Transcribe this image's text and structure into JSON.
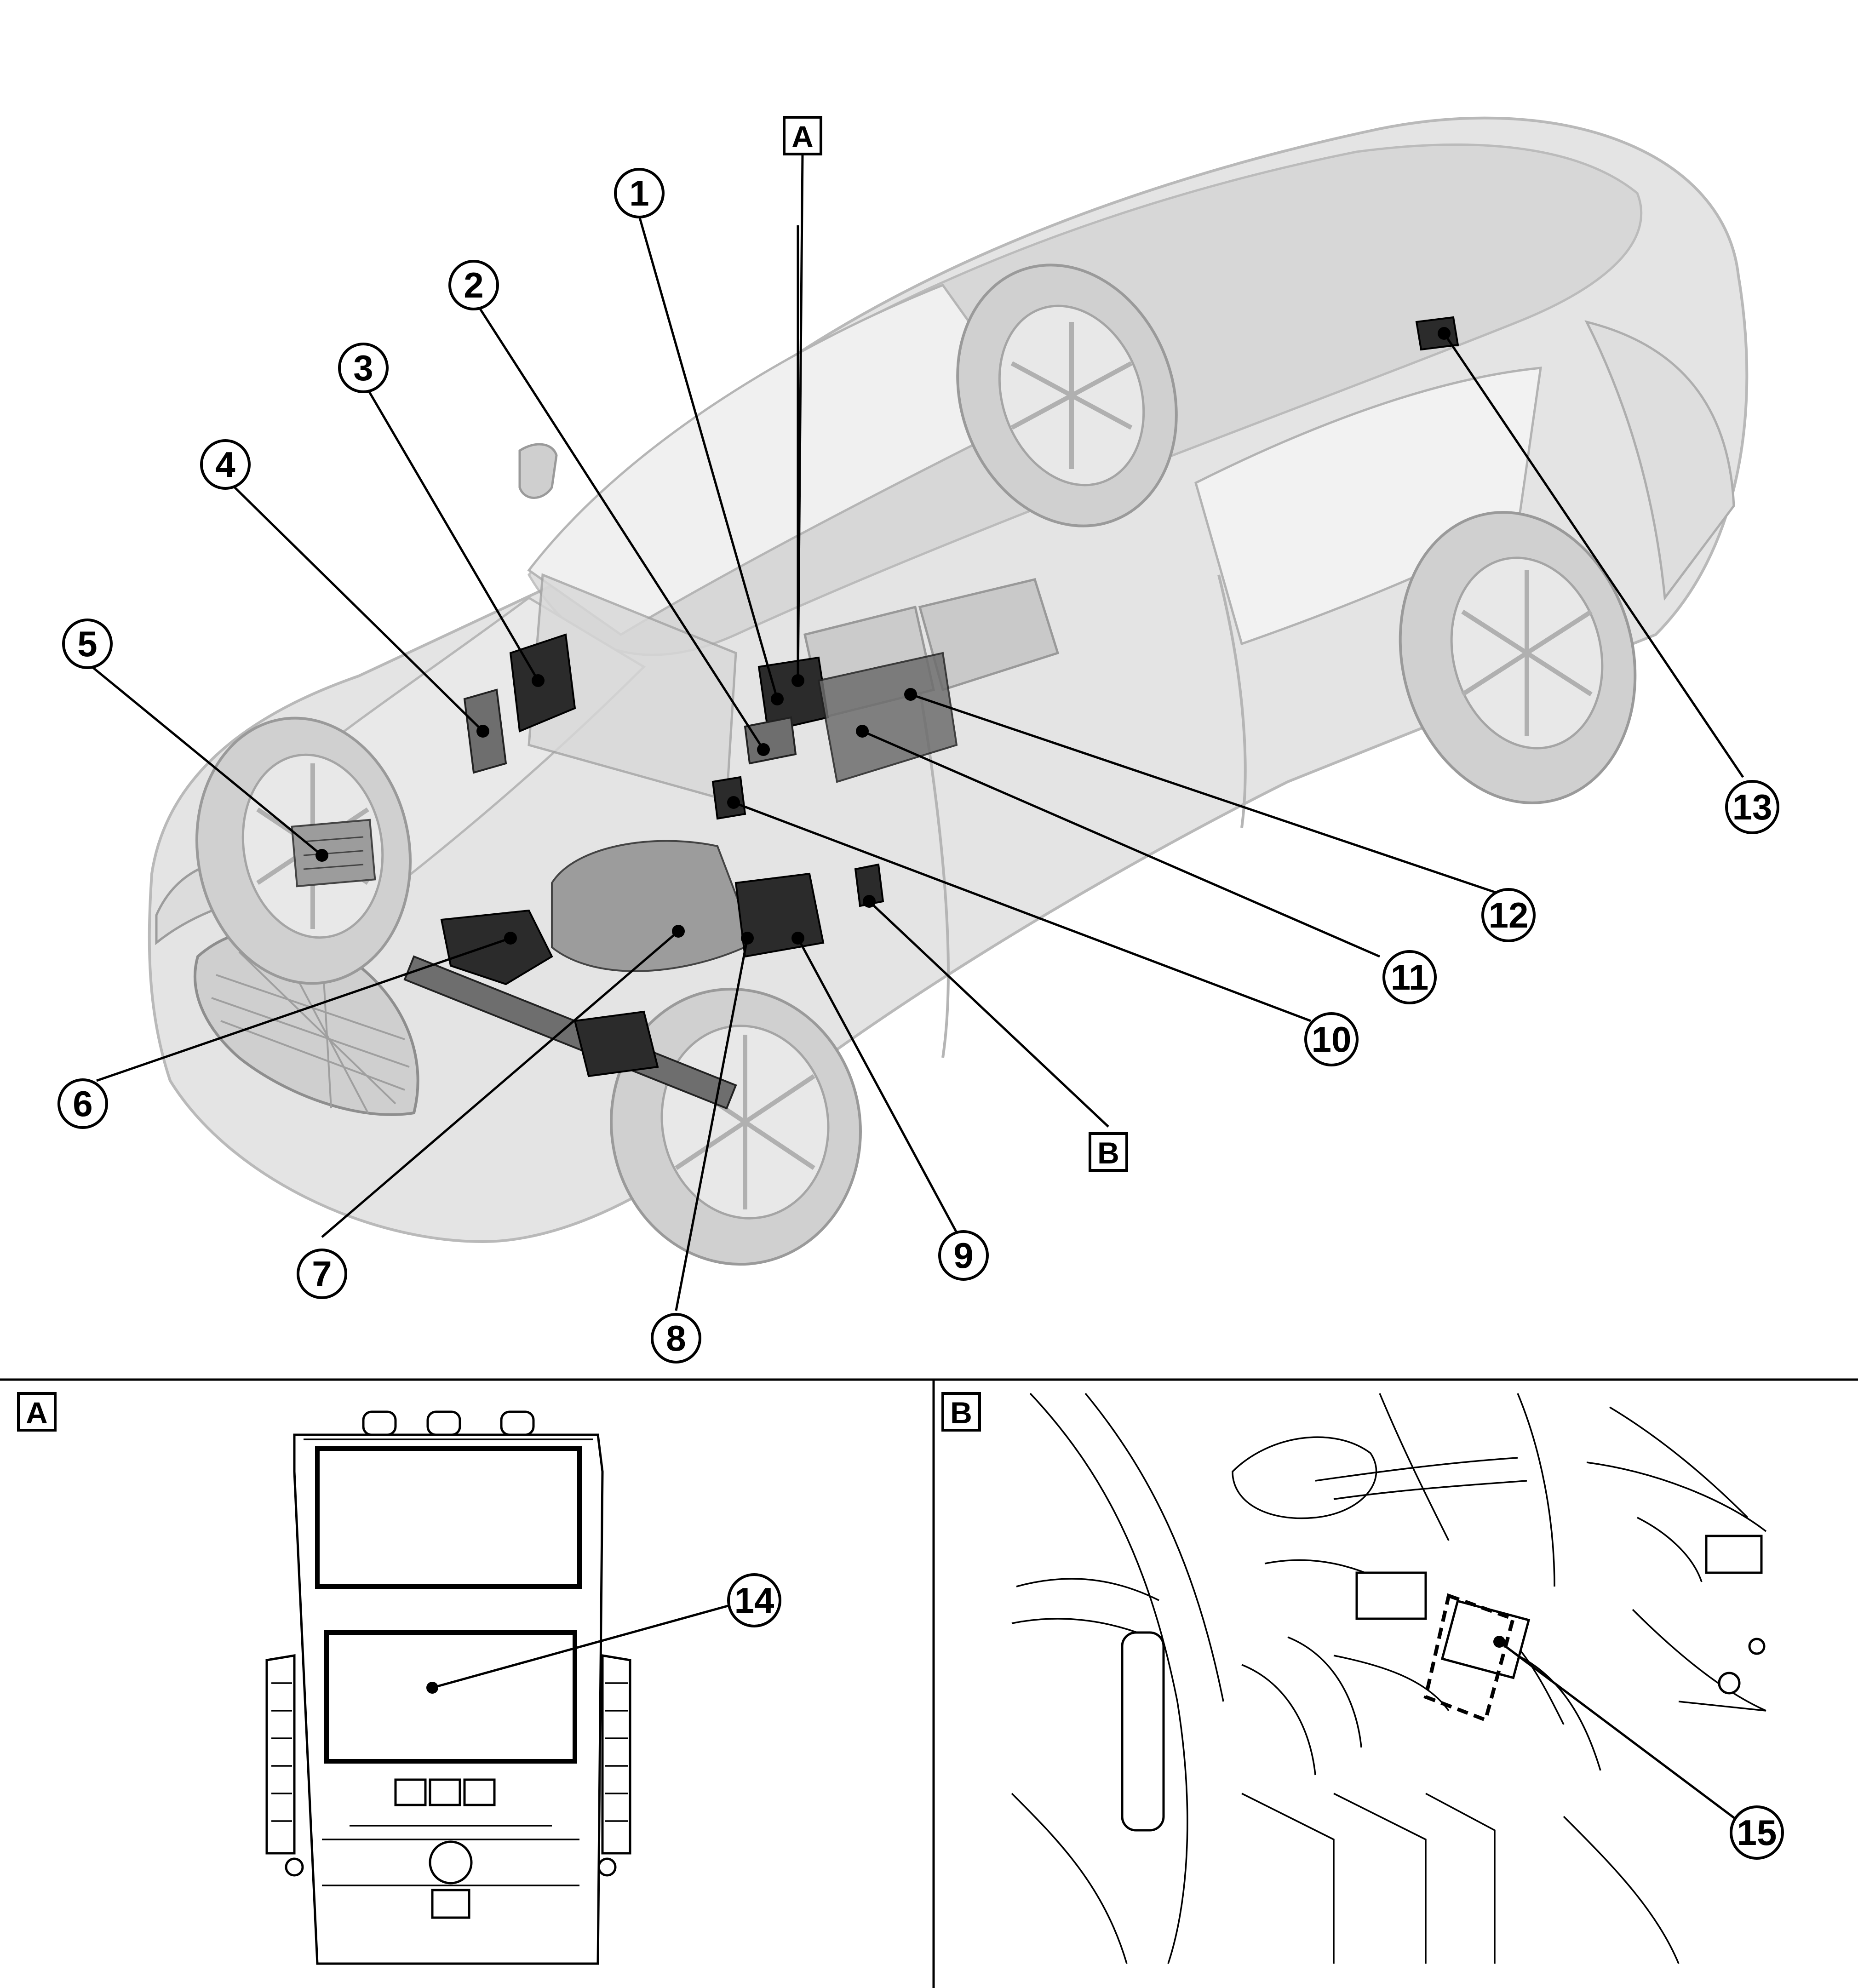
{
  "callouts": {
    "c1": "1",
    "c2": "2",
    "c3": "3",
    "c4": "4",
    "c5": "5",
    "c6": "6",
    "c7": "7",
    "c8": "8",
    "c9": "9",
    "c10": "10",
    "c11": "11",
    "c12": "12",
    "c13": "13",
    "c14": "14",
    "c15": "15"
  },
  "views": {
    "a": "A",
    "b": "B"
  }
}
